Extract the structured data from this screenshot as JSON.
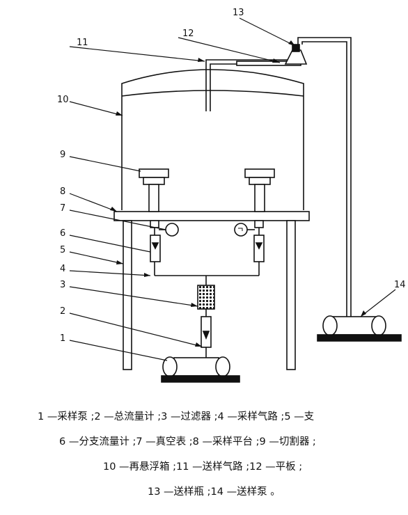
{
  "labels": [
    "1",
    "2",
    "3",
    "4",
    "5",
    "6",
    "7",
    "8",
    "9",
    "10",
    "11",
    "12",
    "13",
    "14"
  ],
  "legend": [
    "1 —采样泵 ;2 —总流量计 ;3 —过滤器 ;4 —采样气路 ;5 —支",
    "6 —分支流量计 ;7 —真空表 ;8 —采样平台 ;9 —切割器 ;",
    "10 —再悬浮箱 ;11 —送样气路 ;12 —平板 ;",
    "13 —送样瓶 ;14 —送样泵 。"
  ]
}
